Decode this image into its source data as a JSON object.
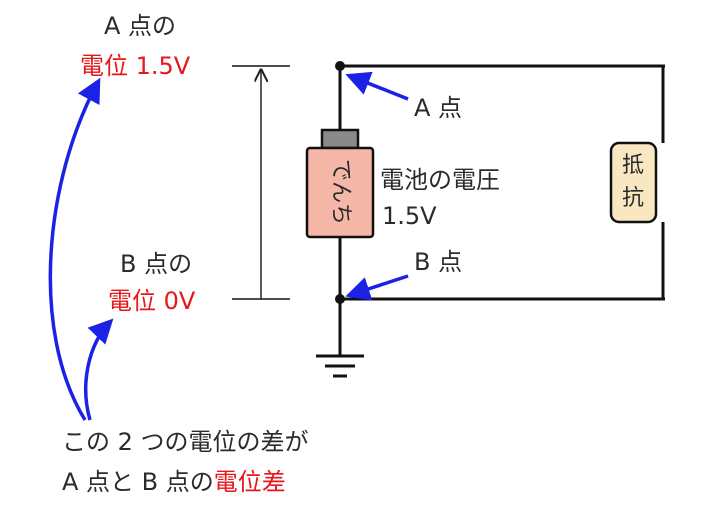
{
  "a_label": {
    "line1": "A 点の",
    "line2": "電位 1.5V"
  },
  "b_label": {
    "line1": "B 点の",
    "line2": "電位 0V"
  },
  "point_a_label": "A 点",
  "point_b_label": "B 点",
  "battery": {
    "text": "でんち",
    "caption_line1": "電池の電圧",
    "caption_line2": "1.5V"
  },
  "resistor": {
    "text_line1": "抵",
    "text_line2": "抗"
  },
  "note": {
    "line1": "この 2 つの電位の差が",
    "line2_part1": "A 点と B 点の",
    "line2_part2": "電位差"
  },
  "colors": {
    "text": "#2b2b2b",
    "highlight": "#e8161a",
    "arrow": "#1b22e6",
    "battery_body": "#f5b8a8",
    "battery_cap": "#8a8a8a",
    "resistor_fill": "#f8e7c0"
  }
}
